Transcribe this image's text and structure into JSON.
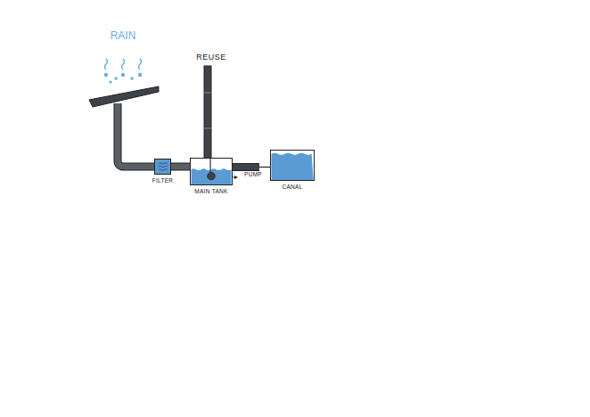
{
  "diagram": {
    "nodes": [
      {
        "text": [
          "FILTER"
        ]
      },
      {
        "text": [
          "MAIN TANK"
        ]
      },
      {
        "text": [
          "CANAL"
        ]
      }
    ],
    "edges": [
      {
        "from": 0,
        "to": 1,
        "arrow": "none"
      },
      {
        "from": 1,
        "to": 2,
        "arrow": "to"
      }
    ],
    "labels": [
      "RAIN",
      "REUSE",
      "PUMP"
    ]
  }
}
